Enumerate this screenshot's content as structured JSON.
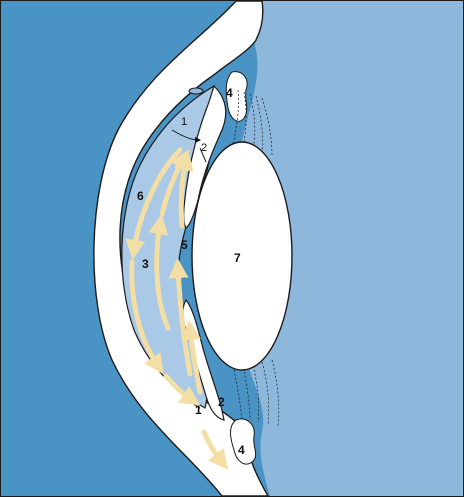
{
  "labels": {
    "angle_1_upper": "1",
    "angle_2_upper": "2",
    "zonule_4_upper": "4",
    "num_6": "6",
    "num_5": "5",
    "num_3": "3",
    "num_7": "7",
    "angle_1_lower": "1",
    "angle_2_lower": "2",
    "zonule_4_lower": "4"
  },
  "colors": {
    "outer_medium": "#4a93c5",
    "inner_medium": "#8db8dc",
    "chamber": "#a9c9e6",
    "tissue": "#ffffff",
    "flow_arrows": "#f3dfa6",
    "outline": "#1b1b1b"
  }
}
